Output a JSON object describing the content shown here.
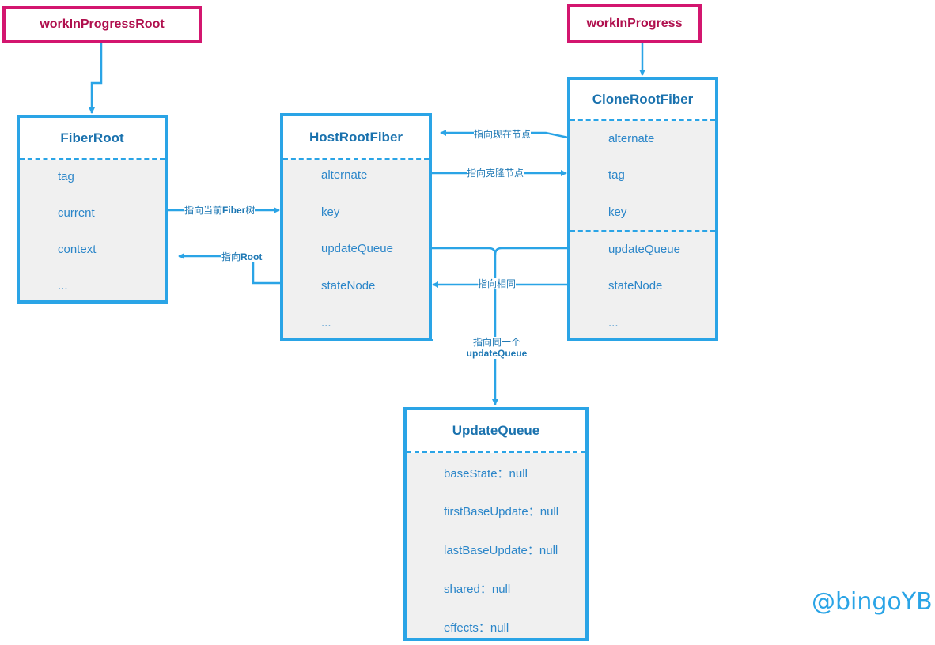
{
  "pointers": {
    "wip_root": "workInProgressRoot",
    "wip": "workInProgress"
  },
  "fiber_root": {
    "title": "FiberRoot",
    "fields": [
      "tag",
      "current",
      "context",
      "..."
    ]
  },
  "host_root_fiber": {
    "title": "HostRootFiber",
    "fields": [
      "alternate",
      "key",
      "updateQueue",
      "stateNode",
      "..."
    ]
  },
  "clone_root_fiber": {
    "title": "CloneRootFiber",
    "fields": [
      "alternate",
      "tag",
      "key",
      "updateQueue",
      "stateNode",
      "..."
    ]
  },
  "update_queue": {
    "title": "UpdateQueue",
    "fields": [
      "baseState：null",
      "firstBaseUpdate：null",
      "lastBaseUpdate：null",
      "shared：null",
      "effects：null"
    ]
  },
  "edge_labels": {
    "current_tree_prefix": "指向当前",
    "current_tree_bold": "Fiber",
    "current_tree_suffix": "树",
    "root_prefix": "指向",
    "root_bold": "Root",
    "to_current_node": "指向现在节点",
    "to_clone_node": "指向克隆节点",
    "same": "指向相同",
    "same_queue_line1": "指向同一个",
    "same_queue_line2": "updateQueue"
  },
  "watermark": "@bingoYB",
  "colors": {
    "pointer_border": "#d3166f",
    "box_border": "#2aa4e6",
    "box_fill": "#f0f0f0"
  }
}
